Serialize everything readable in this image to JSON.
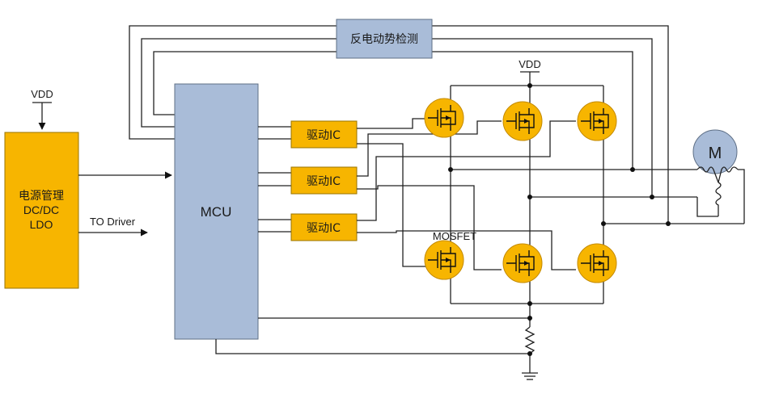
{
  "power_block": {
    "lines": [
      "电源管理",
      "DC/DC",
      "LDO"
    ]
  },
  "vdd_left": "VDD",
  "vdd_bridge": "VDD",
  "to_driver": "TO Driver",
  "mcu": "MCU",
  "drivers": [
    "驱动IC",
    "驱动IC",
    "驱动IC"
  ],
  "bemf": "反电动势检测",
  "mosfet_label": "MOSFET",
  "motor": "M",
  "colors": {
    "block_yellow": "#f7b500",
    "block_blue": "#a9bcd8"
  }
}
